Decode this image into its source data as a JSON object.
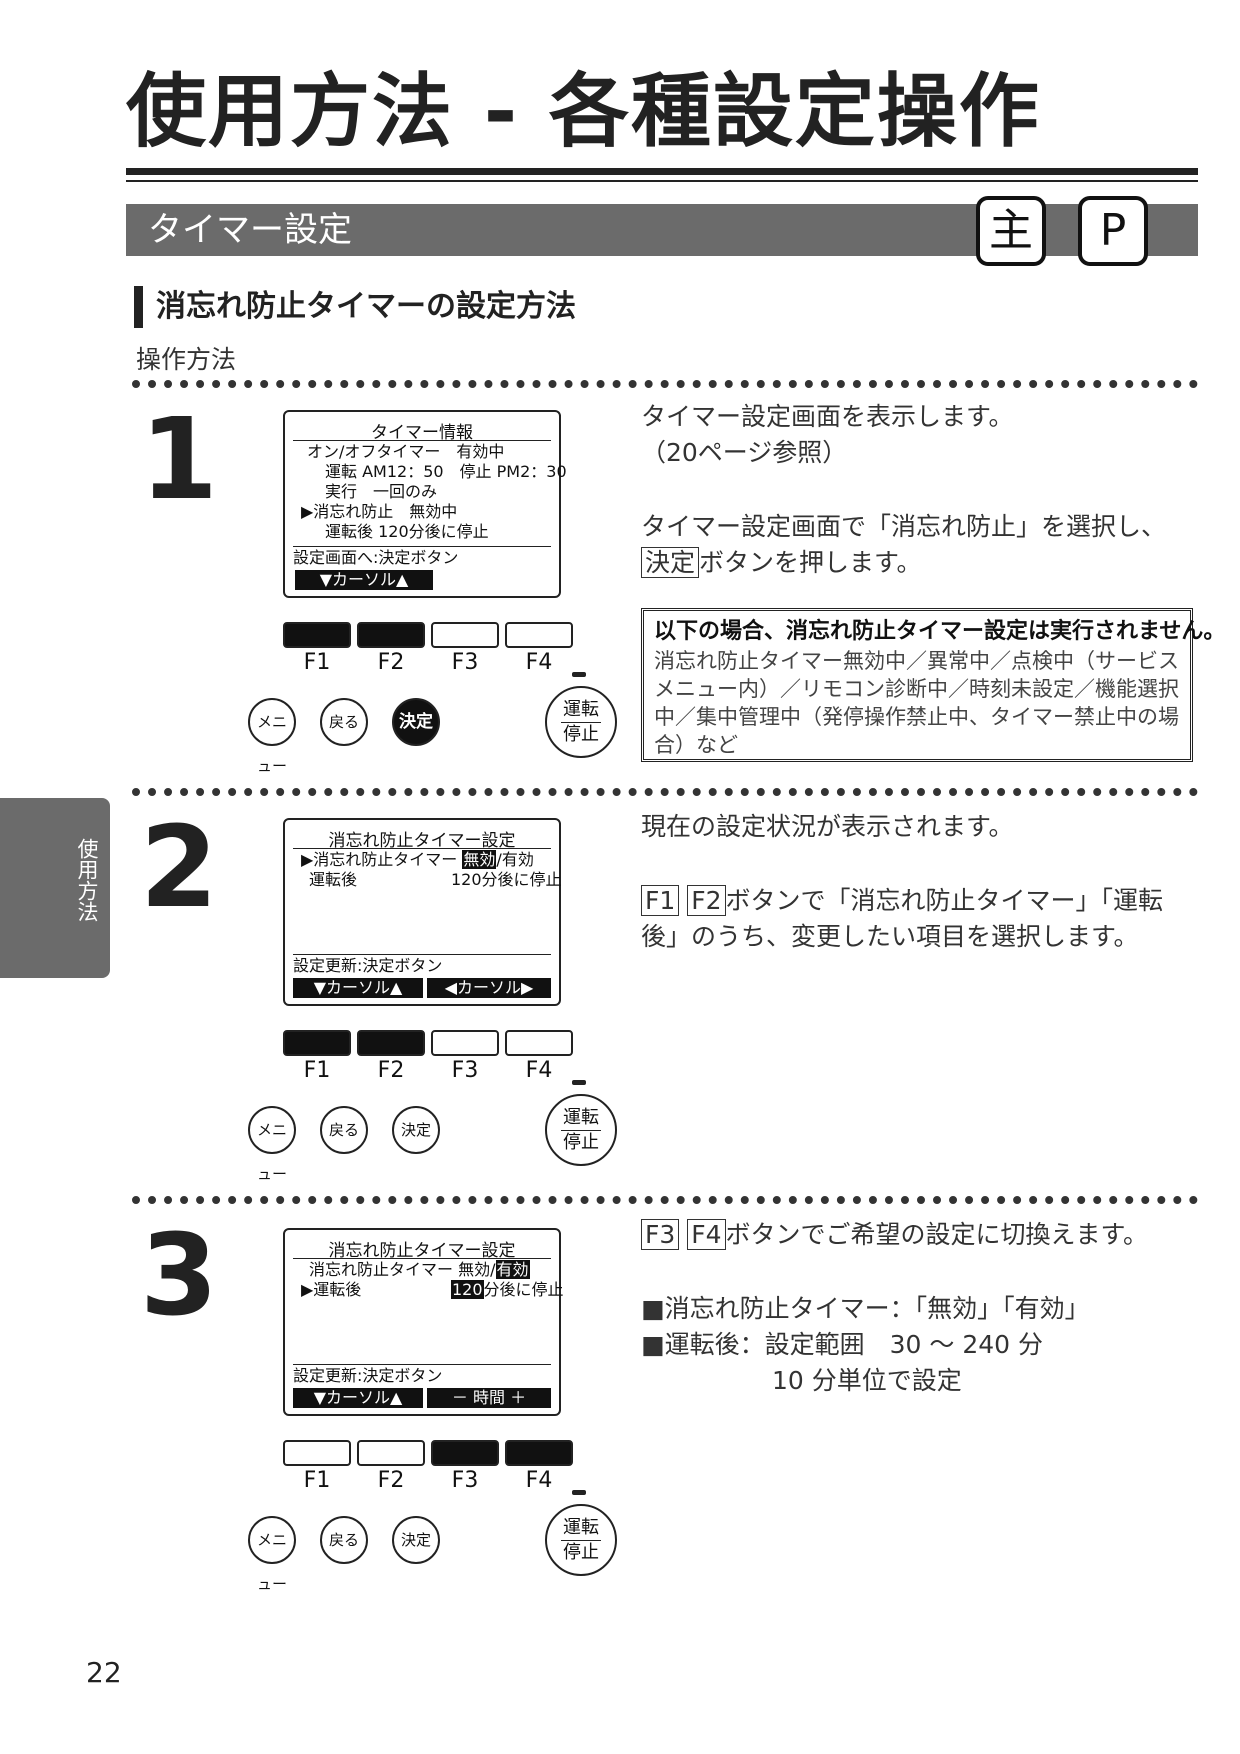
{
  "header": {
    "title": "使用方法 - 各種設定操作",
    "section": "タイマー設定",
    "badge_main": "主",
    "badge_p": "P"
  },
  "subsection": {
    "title": "消忘れ防止タイマーの設定方法",
    "label": "操作方法"
  },
  "keypad": {
    "f1": "F1",
    "f2": "F2",
    "f3": "F3",
    "f4": "F4",
    "menu": "メニュー",
    "back": "戻る",
    "enter": "決定",
    "run_top": "運転",
    "run_bottom": "停止"
  },
  "step1": {
    "number": "1",
    "lcd": {
      "title": "タイマー情報",
      "l1": "オン/オフタイマー　有効中",
      "l2": "運転 AM12：50　停止 PM2：30",
      "l3": "実行　一回のみ",
      "l4": "▶消忘れ防止　無効中",
      "l5": "運転後 120分後に停止",
      "footer": "設定画面へ:決定ボタン",
      "nav": "▼カーソル▲"
    },
    "text1": "タイマー設定画面を表示します。",
    "text2": "（20ページ参照）",
    "text3": "タイマー設定画面で「消忘れ防止」を選択し、",
    "key": "決定",
    "text4": "ボタンを押します。",
    "note_head": "以下の場合、消忘れ防止タイマー設定は実行されません。",
    "note_body": "消忘れ防止タイマー無効中／異常中／点検中（サービスメニュー内）／リモコン診断中／時刻未設定／機能選択中／集中管理中（発停操作禁止中、タイマー禁止中の場合）など"
  },
  "step2": {
    "number": "2",
    "lcd": {
      "title": "消忘れ防止タイマー設定",
      "r1a": "▶消忘れ防止タイマー",
      "r1b": "無効",
      "r1c": "/有効",
      "r2a": "運転後",
      "r2b": "120分後に停止",
      "footer": "設定更新:決定ボタン",
      "nav1": "▼カーソル▲",
      "nav2": "◀カーソル▶"
    },
    "text1": "現在の設定状況が表示されます。",
    "k1": "F1",
    "k2": "F2",
    "text2": "ボタンで「消忘れ防止タイマー」「運転",
    "text3": "後」のうち、変更したい項目を選択します。"
  },
  "step3": {
    "number": "3",
    "lcd": {
      "title": "消忘れ防止タイマー設定",
      "r1a": "消忘れ防止タイマー",
      "r1b": "無効/",
      "r1c": "有効",
      "r2a": "▶運転後",
      "r2b": "120",
      "r2c": "分後に停止",
      "footer": "設定更新:決定ボタン",
      "nav1": "▼カーソル▲",
      "nav2": "－ 時間 ＋"
    },
    "k1": "F3",
    "k2": "F4",
    "text1": "ボタンでご希望の設定に切換えます。",
    "text2": "■消忘れ防止タイマー：「無効」「有効」",
    "text3": "■運転後：設定範囲　30 ～ 240 分",
    "text4": "10 分単位で設定"
  },
  "side_tab": "使用方法",
  "page_number": "22"
}
